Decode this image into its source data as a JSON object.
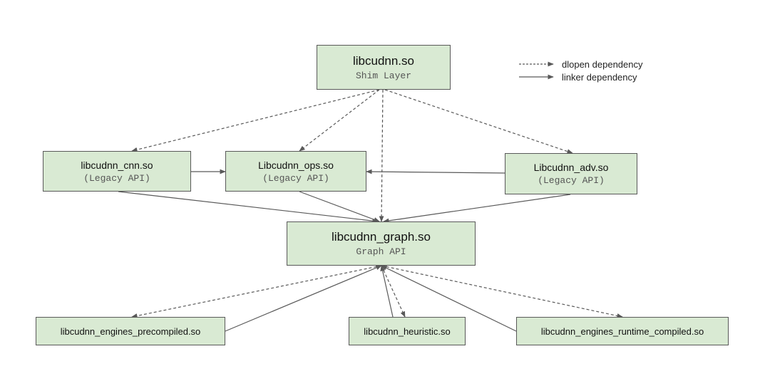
{
  "nodes": {
    "shim": {
      "title": "libcudnn.so",
      "sub": "Shim Layer"
    },
    "cnn": {
      "title": "libcudnn_cnn.so",
      "sub": "(Legacy API)"
    },
    "ops": {
      "title": "Libcudnn_ops.so",
      "sub": "(Legacy API)"
    },
    "adv": {
      "title": "Libcudnn_adv.so",
      "sub": "(Legacy API)"
    },
    "graph": {
      "title": "libcudnn_graph.so",
      "sub": "Graph API"
    },
    "precompiled": {
      "title": "libcudnn_engines_precompiled.so"
    },
    "heuristic": {
      "title": "libcudnn_heuristic.so"
    },
    "runtime": {
      "title": "libcudnn_engines_runtime_compiled.so"
    }
  },
  "legend": {
    "dlopen": "dlopen dependency",
    "linker": "linker dependency"
  },
  "colors": {
    "node_fill": "#d9ead3",
    "edge": "#595959"
  }
}
